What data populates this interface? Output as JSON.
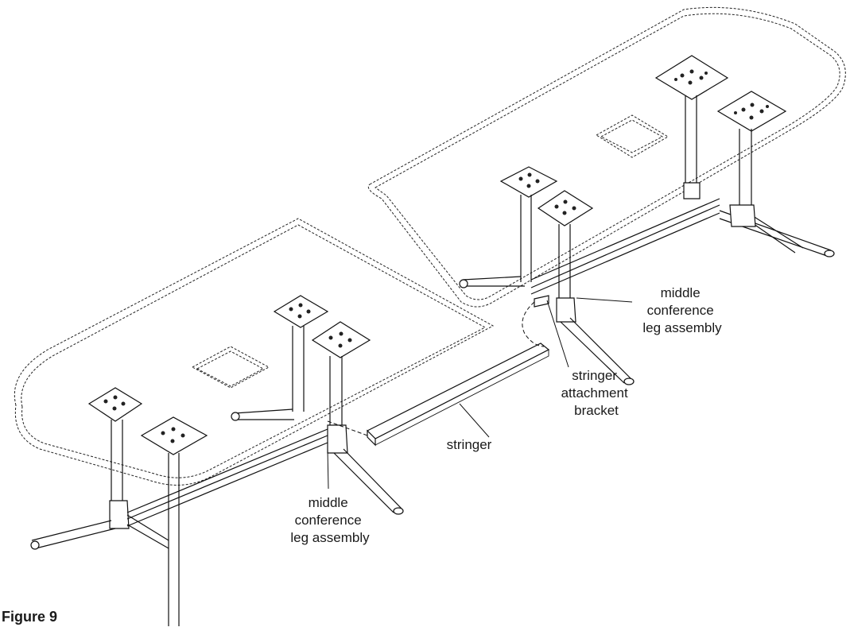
{
  "figure": {
    "caption": "Figure 9"
  },
  "labels": {
    "middle_leg_left": [
      "middle",
      "conference",
      "leg assembly"
    ],
    "middle_leg_right": [
      "middle",
      "conference",
      "leg assembly"
    ],
    "stringer": "stringer",
    "bracket": [
      "stringer",
      "attachment",
      "bracket"
    ]
  }
}
